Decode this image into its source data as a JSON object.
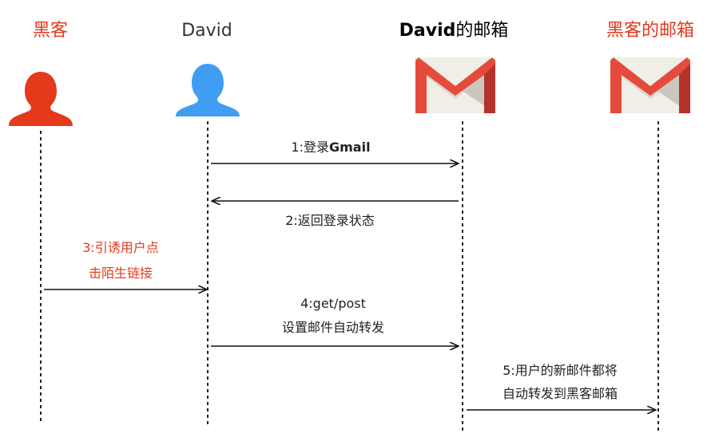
{
  "actors": [
    {
      "id": "hacker",
      "label": "黑客",
      "kind": "person",
      "color": "#e5391c"
    },
    {
      "id": "david",
      "label": "David",
      "kind": "person",
      "color": "#3f9ef2"
    },
    {
      "id": "david_mail",
      "label_name": "David",
      "label_suffix": "的邮箱",
      "kind": "gmail"
    },
    {
      "id": "hacker_mail",
      "label": "黑客的邮箱",
      "kind": "gmail"
    }
  ],
  "messages": [
    {
      "from": "david",
      "to": "david_mail",
      "lines": [
        "1:登录",
        "Gmail"
      ],
      "color": "#000000"
    },
    {
      "from": "david_mail",
      "to": "david",
      "lines": [
        "2:返回登录状态"
      ],
      "color": "#000000"
    },
    {
      "from": "hacker",
      "to": "david",
      "lines": [
        "3:引诱用户点",
        "击陌生链接"
      ],
      "color": "#e5391c"
    },
    {
      "from": "david",
      "to": "david_mail",
      "lines": [
        "4:get/post",
        "设置邮件自动转发"
      ],
      "color": "#000000"
    },
    {
      "from": "david_mail",
      "to": "hacker_mail",
      "lines": [
        "5:用户的新邮件都将",
        "自动转发到黑客邮箱"
      ],
      "color": "#000000"
    }
  ],
  "colors": {
    "hacker": "#e5391c",
    "david": "#3f9ef2",
    "gmail_red": "#e44b3c",
    "gmail_dark_red": "#b5312a",
    "gmail_paper": "#f0eee6",
    "gmail_shadow": "#c9c7c0",
    "lifeline": "#222222"
  }
}
